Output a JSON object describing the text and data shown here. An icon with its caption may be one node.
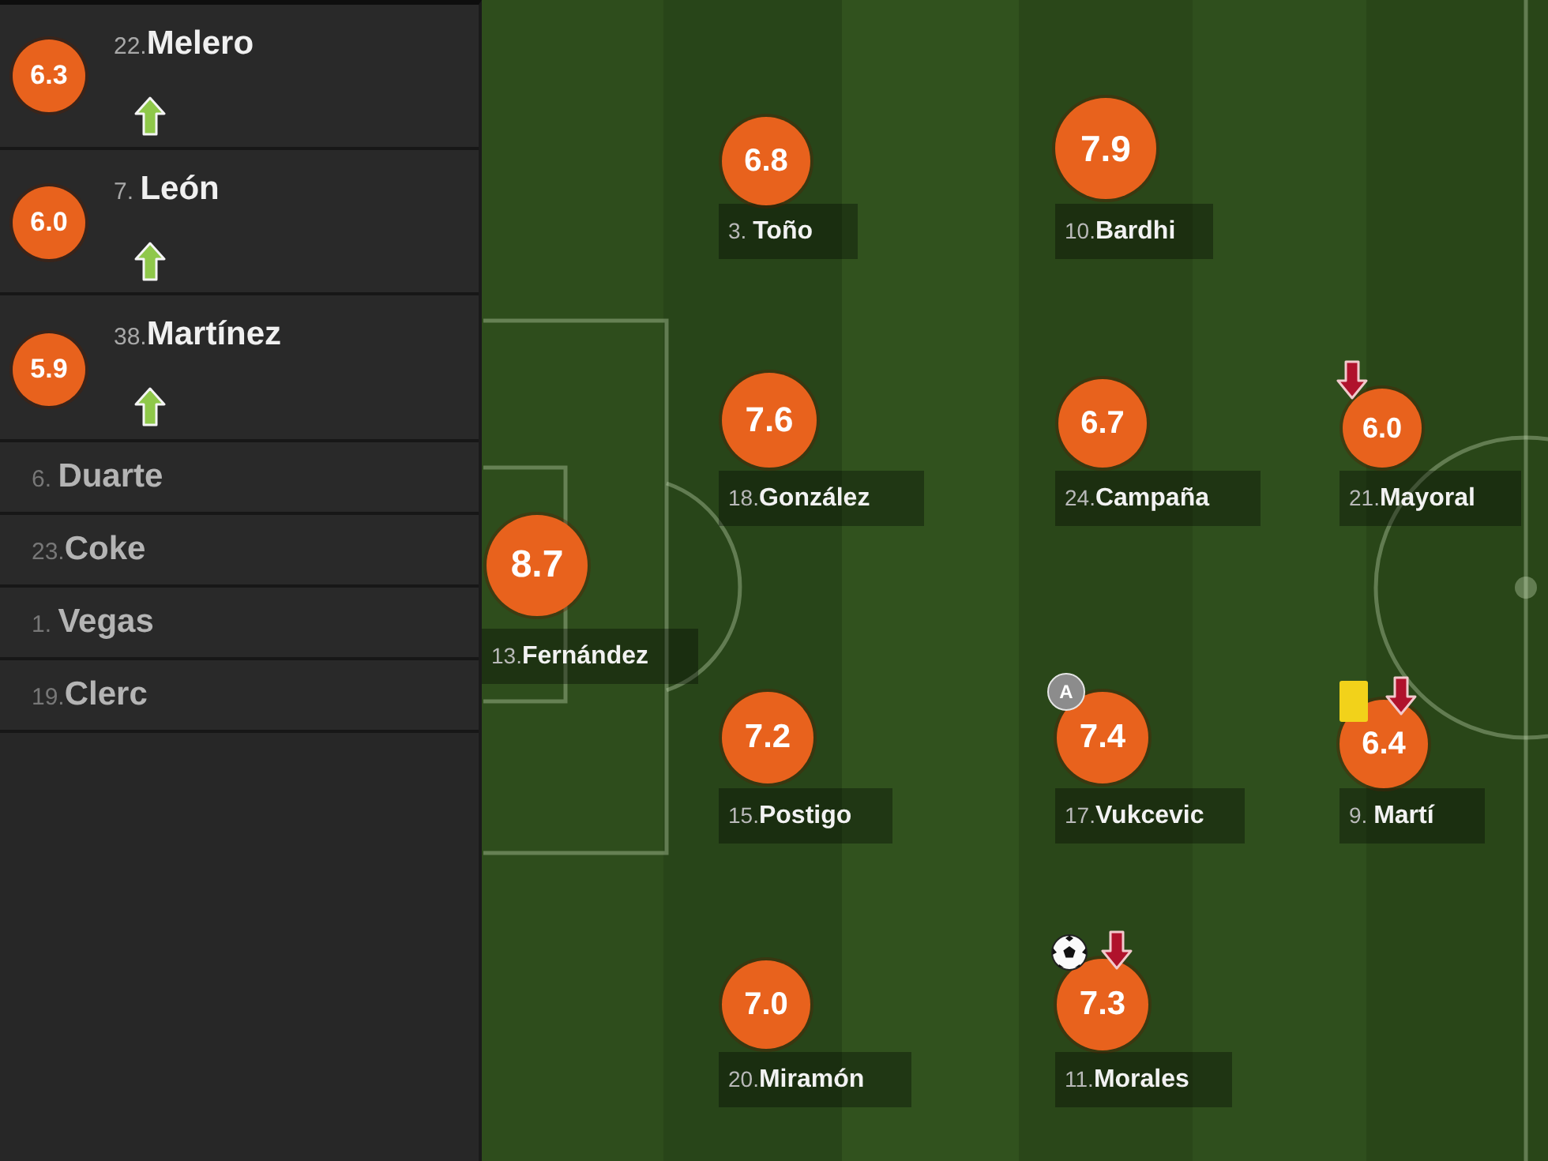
{
  "diagram": {
    "nodes": [
      {
        "text": [
          "22.**Melero**"
        ]
      },
      {
        "text": [
          "6.3"
        ],
        "in": 0
      },
      {
        "text": [
          "7. **León**"
        ]
      },
      {
        "text": [
          "6.0"
        ],
        "in": 2
      },
      {
        "text": [
          "38.**Martínez**"
        ]
      },
      {
        "text": [
          "5.9"
        ],
        "in": 4
      },
      {
        "text": [
          "6. **Duarte**"
        ]
      },
      {
        "text": [
          "23.**Coke**"
        ]
      },
      {
        "text": [
          "1. **Vegas**"
        ]
      },
      {
        "text": [
          "19.**Clerc**"
        ]
      },
      {
        "text": [
          "6.8",
          "3. **Toño**"
        ]
      },
      {
        "text": [
          "7.9",
          "10.**Bardhi**"
        ]
      },
      {
        "text": [
          "7.6",
          "18.**González**"
        ]
      },
      {
        "text": [
          "6.7",
          "24.**Campaña**"
        ]
      },
      {
        "text": [
          "6.0",
          "21.**Mayoral**"
        ]
      },
      {
        "text": [
          "8.7",
          "13.**Fernández**"
        ]
      },
      {
        "text": [
          "7.2",
          "15.**Postigo**"
        ]
      },
      {
        "text": [
          "A"
        ]
      },
      {
        "text": [
          "7.4",
          "17.**Vukcevic**"
        ]
      },
      {
        "text": [
          "6.4",
          "9. **Martí**"
        ]
      },
      {
        "text": [
          "7.0",
          "20.**Miramón**"
        ]
      },
      {
        "text": [
          "7.3",
          "11.**Morales**"
        ]
      }
    ]
  }
}
